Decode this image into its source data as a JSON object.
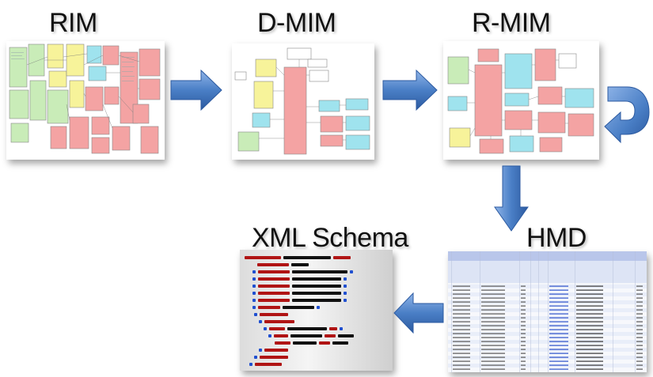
{
  "stages": {
    "rim": {
      "label": "RIM"
    },
    "dmim": {
      "label": "D-MIM"
    },
    "rmim": {
      "label": "R-MIM"
    },
    "hmd": {
      "label": "HMD"
    },
    "xml_schema": {
      "label": "XML Schema"
    }
  },
  "colors": {
    "arrow_fill": "#4a7fc6",
    "arrow_dark": "#2c5aa0",
    "class_pink": "#f4a3a3",
    "class_green": "#c9ecb8",
    "class_yellow": "#f7f39a",
    "class_blue": "#9fe3ee",
    "schema_red": "#b01414",
    "schema_blue": "#1f4fd0"
  }
}
